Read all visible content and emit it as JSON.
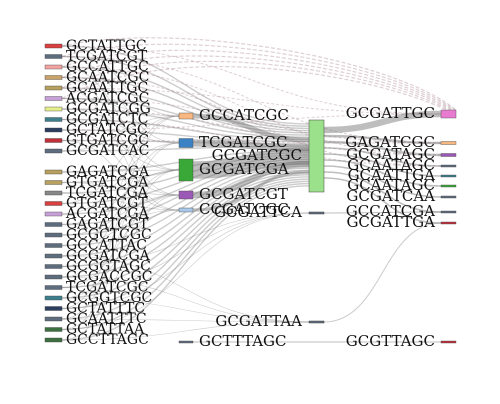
{
  "diagram": {
    "type": "sankey",
    "link_color": "#6e6e6e",
    "link_color_alt": "#a07888",
    "node_colors": {
      "red": "#d94040",
      "slate": "#5d6d7e",
      "salmon": "#f4a3a0",
      "tan": "#c8a26a",
      "khaki": "#b8a060",
      "lavender": "#c8a0d8",
      "lime": "#e4ef8c",
      "teal": "#3d7f8c",
      "navy": "#2c3e60",
      "crimson": "#c0303a",
      "grey": "#888888",
      "darkgreen": "#3d7040",
      "orange": "#f8b880",
      "blue": "#3b82c4",
      "green": "#3aa838",
      "purple": "#9b59b6",
      "lightblue": "#a9c8e8",
      "lightgreen": "#9be08a",
      "pink": "#e87ad0",
      "brown": "#8a6040"
    },
    "column1": [
      {
        "label": "GCTATTGC",
        "color": "#d94040"
      },
      {
        "label": "TCGATCGT",
        "color": "#5d6d7e"
      },
      {
        "label": "GCCATTGC",
        "color": "#f4a3a0"
      },
      {
        "label": "GCAATCGC",
        "color": "#c8a26a"
      },
      {
        "label": "GCAATTGC",
        "color": "#b8a060"
      },
      {
        "label": "ACGATCGC",
        "color": "#c8a0d8"
      },
      {
        "label": "GCGATCGG",
        "color": "#e4ef8c"
      },
      {
        "label": "GCGATCTC",
        "color": "#3d7f8c"
      },
      {
        "label": "GCTATCGC",
        "color": "#2c3e60"
      },
      {
        "label": "GTGATCGC",
        "color": "#c0303a"
      },
      {
        "label": "GCGATCAC",
        "color": "#5d6d7e"
      },
      {
        "label": "--------",
        "color": "#8a6040"
      },
      {
        "label": "GAGATCGA",
        "color": "#b8a060"
      },
      {
        "label": "GTGATCGA",
        "color": "#b8a060"
      },
      {
        "label": "TCGATCGA",
        "color": "#888888"
      },
      {
        "label": "GTGATCGT",
        "color": "#d94040"
      },
      {
        "label": "ACGATCGA",
        "color": "#c8a0d8"
      },
      {
        "label": "GAGATCGT",
        "color": "#5d6d7e"
      },
      {
        "label": "GCGCTCGC",
        "color": "#5d6d7e"
      },
      {
        "label": "GCCATTAC",
        "color": "#5d6d7e"
      },
      {
        "label": "GCGATCGA",
        "color": "#5d6d7e"
      },
      {
        "label": "GCGGTAGC",
        "color": "#5d6d7e"
      },
      {
        "label": "GCGACCGC",
        "color": "#5d6d7e"
      },
      {
        "label": "TCGATCGC",
        "color": "#5d6d7e"
      },
      {
        "label": "GCGGTCGC",
        "color": "#3d7f8c"
      },
      {
        "label": "GCTATTTC",
        "color": "#2c3e60"
      },
      {
        "label": "GCAATTTC",
        "color": "#5d6d7e"
      },
      {
        "label": "GCTATTAA",
        "color": "#3d7040"
      },
      {
        "label": "GCCTTAGC",
        "color": "#3d7040"
      }
    ],
    "column2": [
      {
        "label": "GCCATCGC",
        "color": "#f8b880"
      },
      {
        "label": "TCGATCGC",
        "color": "#3b82c4"
      },
      {
        "label": "GCGATCGA",
        "color": "#3aa838"
      },
      {
        "label": "GCGATCGT",
        "color": "#9b59b6"
      },
      {
        "label": "CCGATCGC",
        "color": "#a9c8e8"
      },
      {
        "label": "GCTTTAGC",
        "color": "#5d6d7e"
      }
    ],
    "column3": [
      {
        "label": "GCGATCGC",
        "color": "#9be08a"
      },
      {
        "label": "GCGATTCA",
        "color": "#5d6d7e"
      },
      {
        "label": "GCGATTAA",
        "color": "#5d6d7e"
      }
    ],
    "column4": [
      {
        "label": "GCGATTGC",
        "color": "#e87ad0"
      },
      {
        "label": "GAGATCGC",
        "color": "#f8b880"
      },
      {
        "label": "GCGATAGC",
        "color": "#9b59b6"
      },
      {
        "label": "GCAATAGC",
        "color": "#5d6d7e"
      },
      {
        "label": "GCAATTGA",
        "color": "#3d7f8c"
      },
      {
        "label": "GCAATAGC",
        "color": "#3aa838"
      },
      {
        "label": "GCGATCAA",
        "color": "#5d6d7e"
      },
      {
        "label": "GCCATCGA",
        "color": "#5d6d7e"
      },
      {
        "label": "GCGATTGA",
        "color": "#c0303a"
      },
      {
        "label": "GCGTTAGC",
        "color": "#c0303a"
      }
    ]
  }
}
